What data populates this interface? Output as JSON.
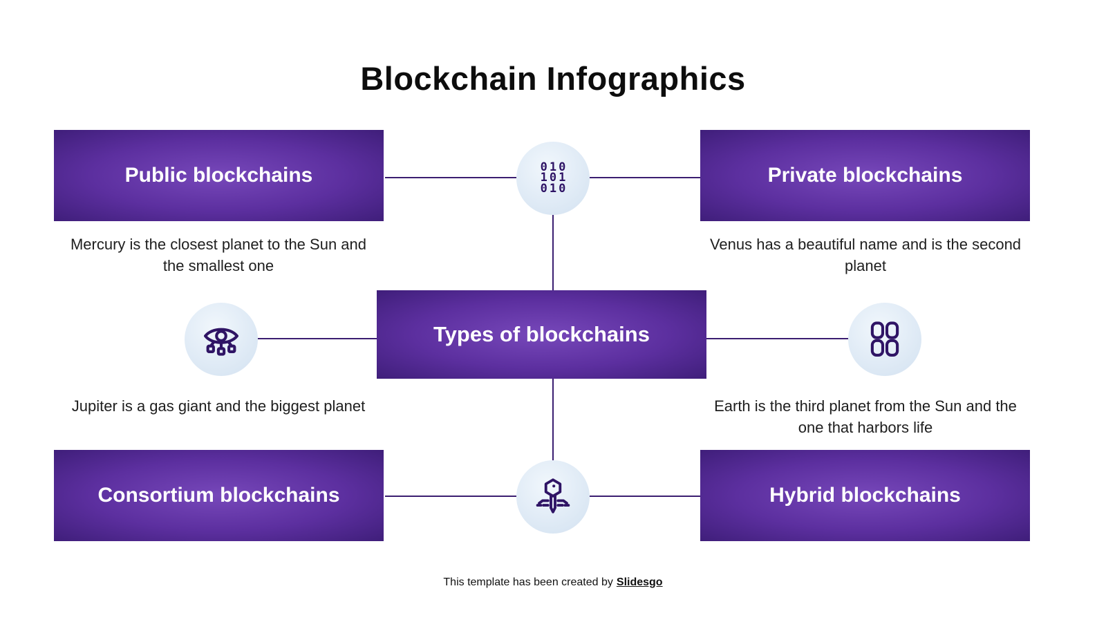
{
  "title": "Blockchain Infographics",
  "center": {
    "label": "Types of blockchains"
  },
  "nodes": {
    "public": {
      "label": "Public blockchains",
      "description": "Mercury is the closest planet to the Sun and the smallest one"
    },
    "private": {
      "label": "Private blockchains",
      "description": "Venus has a beautiful name and is the second planet"
    },
    "consortium": {
      "label": "Consortium blockchains",
      "description": "Jupiter is a gas giant and the biggest planet"
    },
    "hybrid": {
      "label": "Hybrid blockchains",
      "description": "Earth is the third planet from the Sun and the one that harbors life"
    }
  },
  "icons": {
    "binary": {
      "name": "binary-code-icon",
      "rows": [
        "010",
        "101",
        "010"
      ]
    },
    "eye": {
      "name": "eye-network-icon"
    },
    "chain": {
      "name": "chain-links-icon"
    },
    "key": {
      "name": "key-circuit-icon"
    }
  },
  "footer": {
    "text": "This template has been created by",
    "brand": "Slidesgo"
  },
  "colors": {
    "box_gradient_center": "#7748ba",
    "box_gradient_edge": "#3f1e7a",
    "connector_line": "#3a1d70",
    "icon_stroke": "#2f1465",
    "icon_circle_bg": "#e3edf7",
    "title_text": "#0d0d0d",
    "body_text": "#1e1e1e",
    "box_text": "#ffffff"
  }
}
